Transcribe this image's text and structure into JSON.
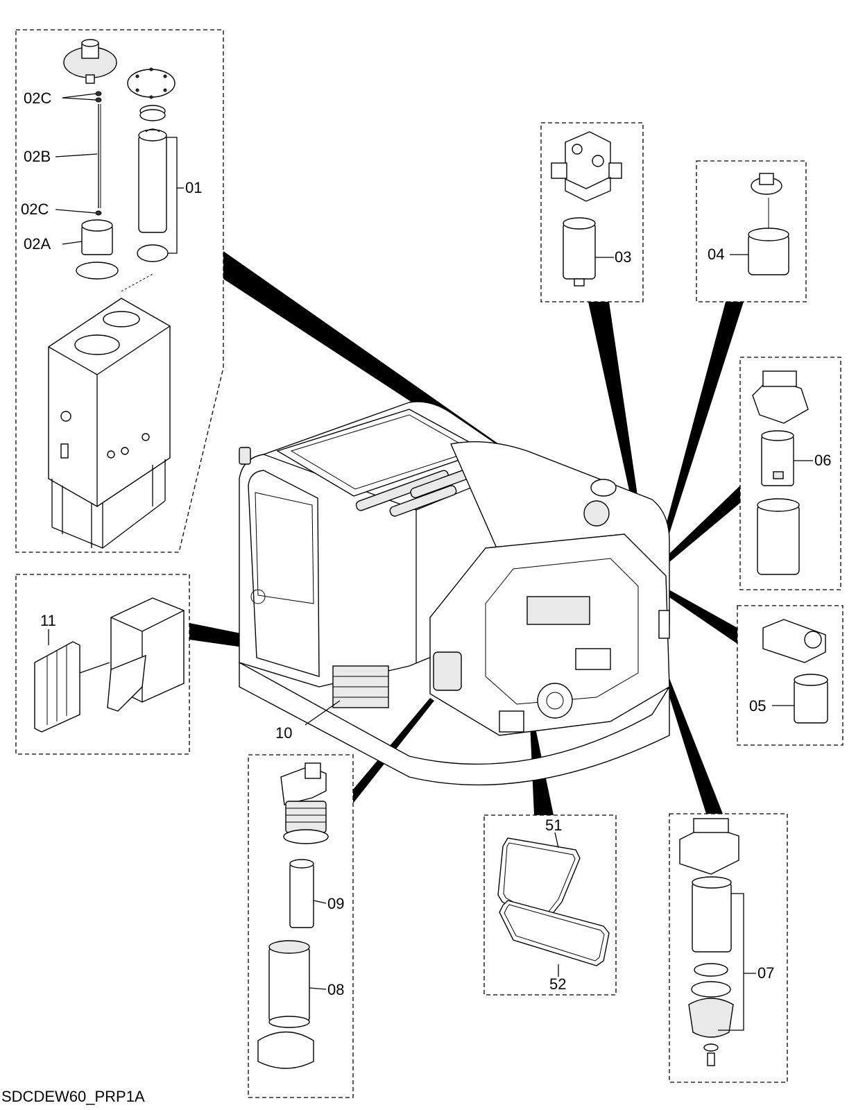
{
  "drawing": {
    "id": "SDCDEW60_PRP1A"
  },
  "callouts": {
    "c01": "01",
    "c02a": "02A",
    "c02b": "02B",
    "c02c_top": "02C",
    "c02c_bottom": "02C",
    "c03": "03",
    "c04": "04",
    "c05": "05",
    "c06": "06",
    "c07": "07",
    "c08": "08",
    "c09": "09",
    "c10": "10",
    "c11": "11",
    "c51": "51",
    "c52": "52"
  }
}
